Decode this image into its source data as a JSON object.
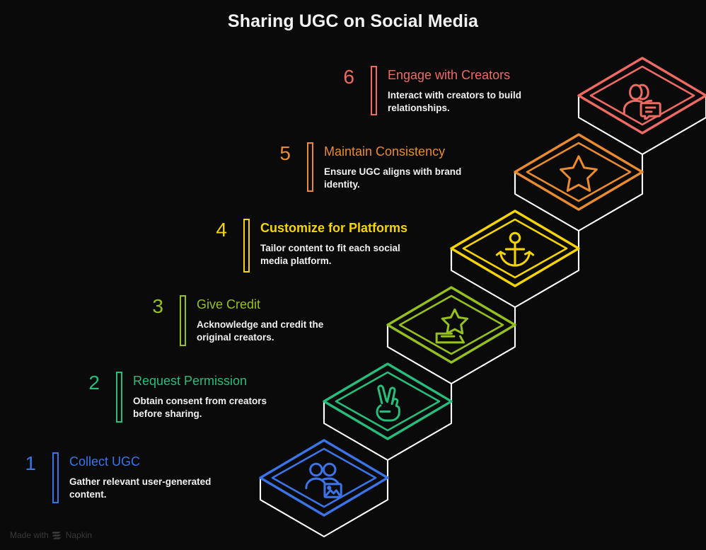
{
  "header": {
    "title": "Sharing UGC on Social Media"
  },
  "footer": {
    "made_with": "Made with",
    "brand": "Napkin",
    "logo_icon": "napkin-logo-icon"
  },
  "colors": {
    "background": "#0a0a0a",
    "title": "#f2f2f2",
    "description": "#f0f0f0",
    "connector": "#ffffff",
    "footer": "#3a3a3a",
    "step1": "#3b74e8",
    "step2": "#27bd7a",
    "step3": "#95c11f",
    "step4": "#f5d400",
    "step5": "#e98b2f",
    "step6": "#ef6a62"
  },
  "steps": [
    {
      "number": "1",
      "title": "Collect UGC",
      "description": "Gather relevant user-generated content.",
      "color": "#3b74e8",
      "icon": "users-photo-icon",
      "title_bold": false
    },
    {
      "number": "2",
      "title": "Request Permission",
      "description": "Obtain consent from creators before sharing.",
      "color": "#27bd7a",
      "icon": "peace-hand-icon",
      "title_bold": false
    },
    {
      "number": "3",
      "title": "Give Credit",
      "description": "Acknowledge and credit the original creators.",
      "color": "#95c11f",
      "icon": "star-award-icon",
      "title_bold": false
    },
    {
      "number": "4",
      "title": "Customize for Platforms",
      "description": "Tailor content to fit each social media platform.",
      "color": "#f5d400",
      "icon": "anchor-icon",
      "title_bold": true
    },
    {
      "number": "5",
      "title": "Maintain Consistency",
      "description": "Ensure UGC aligns with brand identity.",
      "color": "#e98b2f",
      "icon": "star-icon",
      "title_bold": false
    },
    {
      "number": "6",
      "title": "Engage with Creators",
      "description": "Interact with creators to build relationships.",
      "color": "#ef6a62",
      "icon": "users-chat-icon",
      "title_bold": false
    }
  ],
  "diagram": {
    "type": "isometric-staircase",
    "step_count": 6,
    "direction": "ascending-right"
  }
}
